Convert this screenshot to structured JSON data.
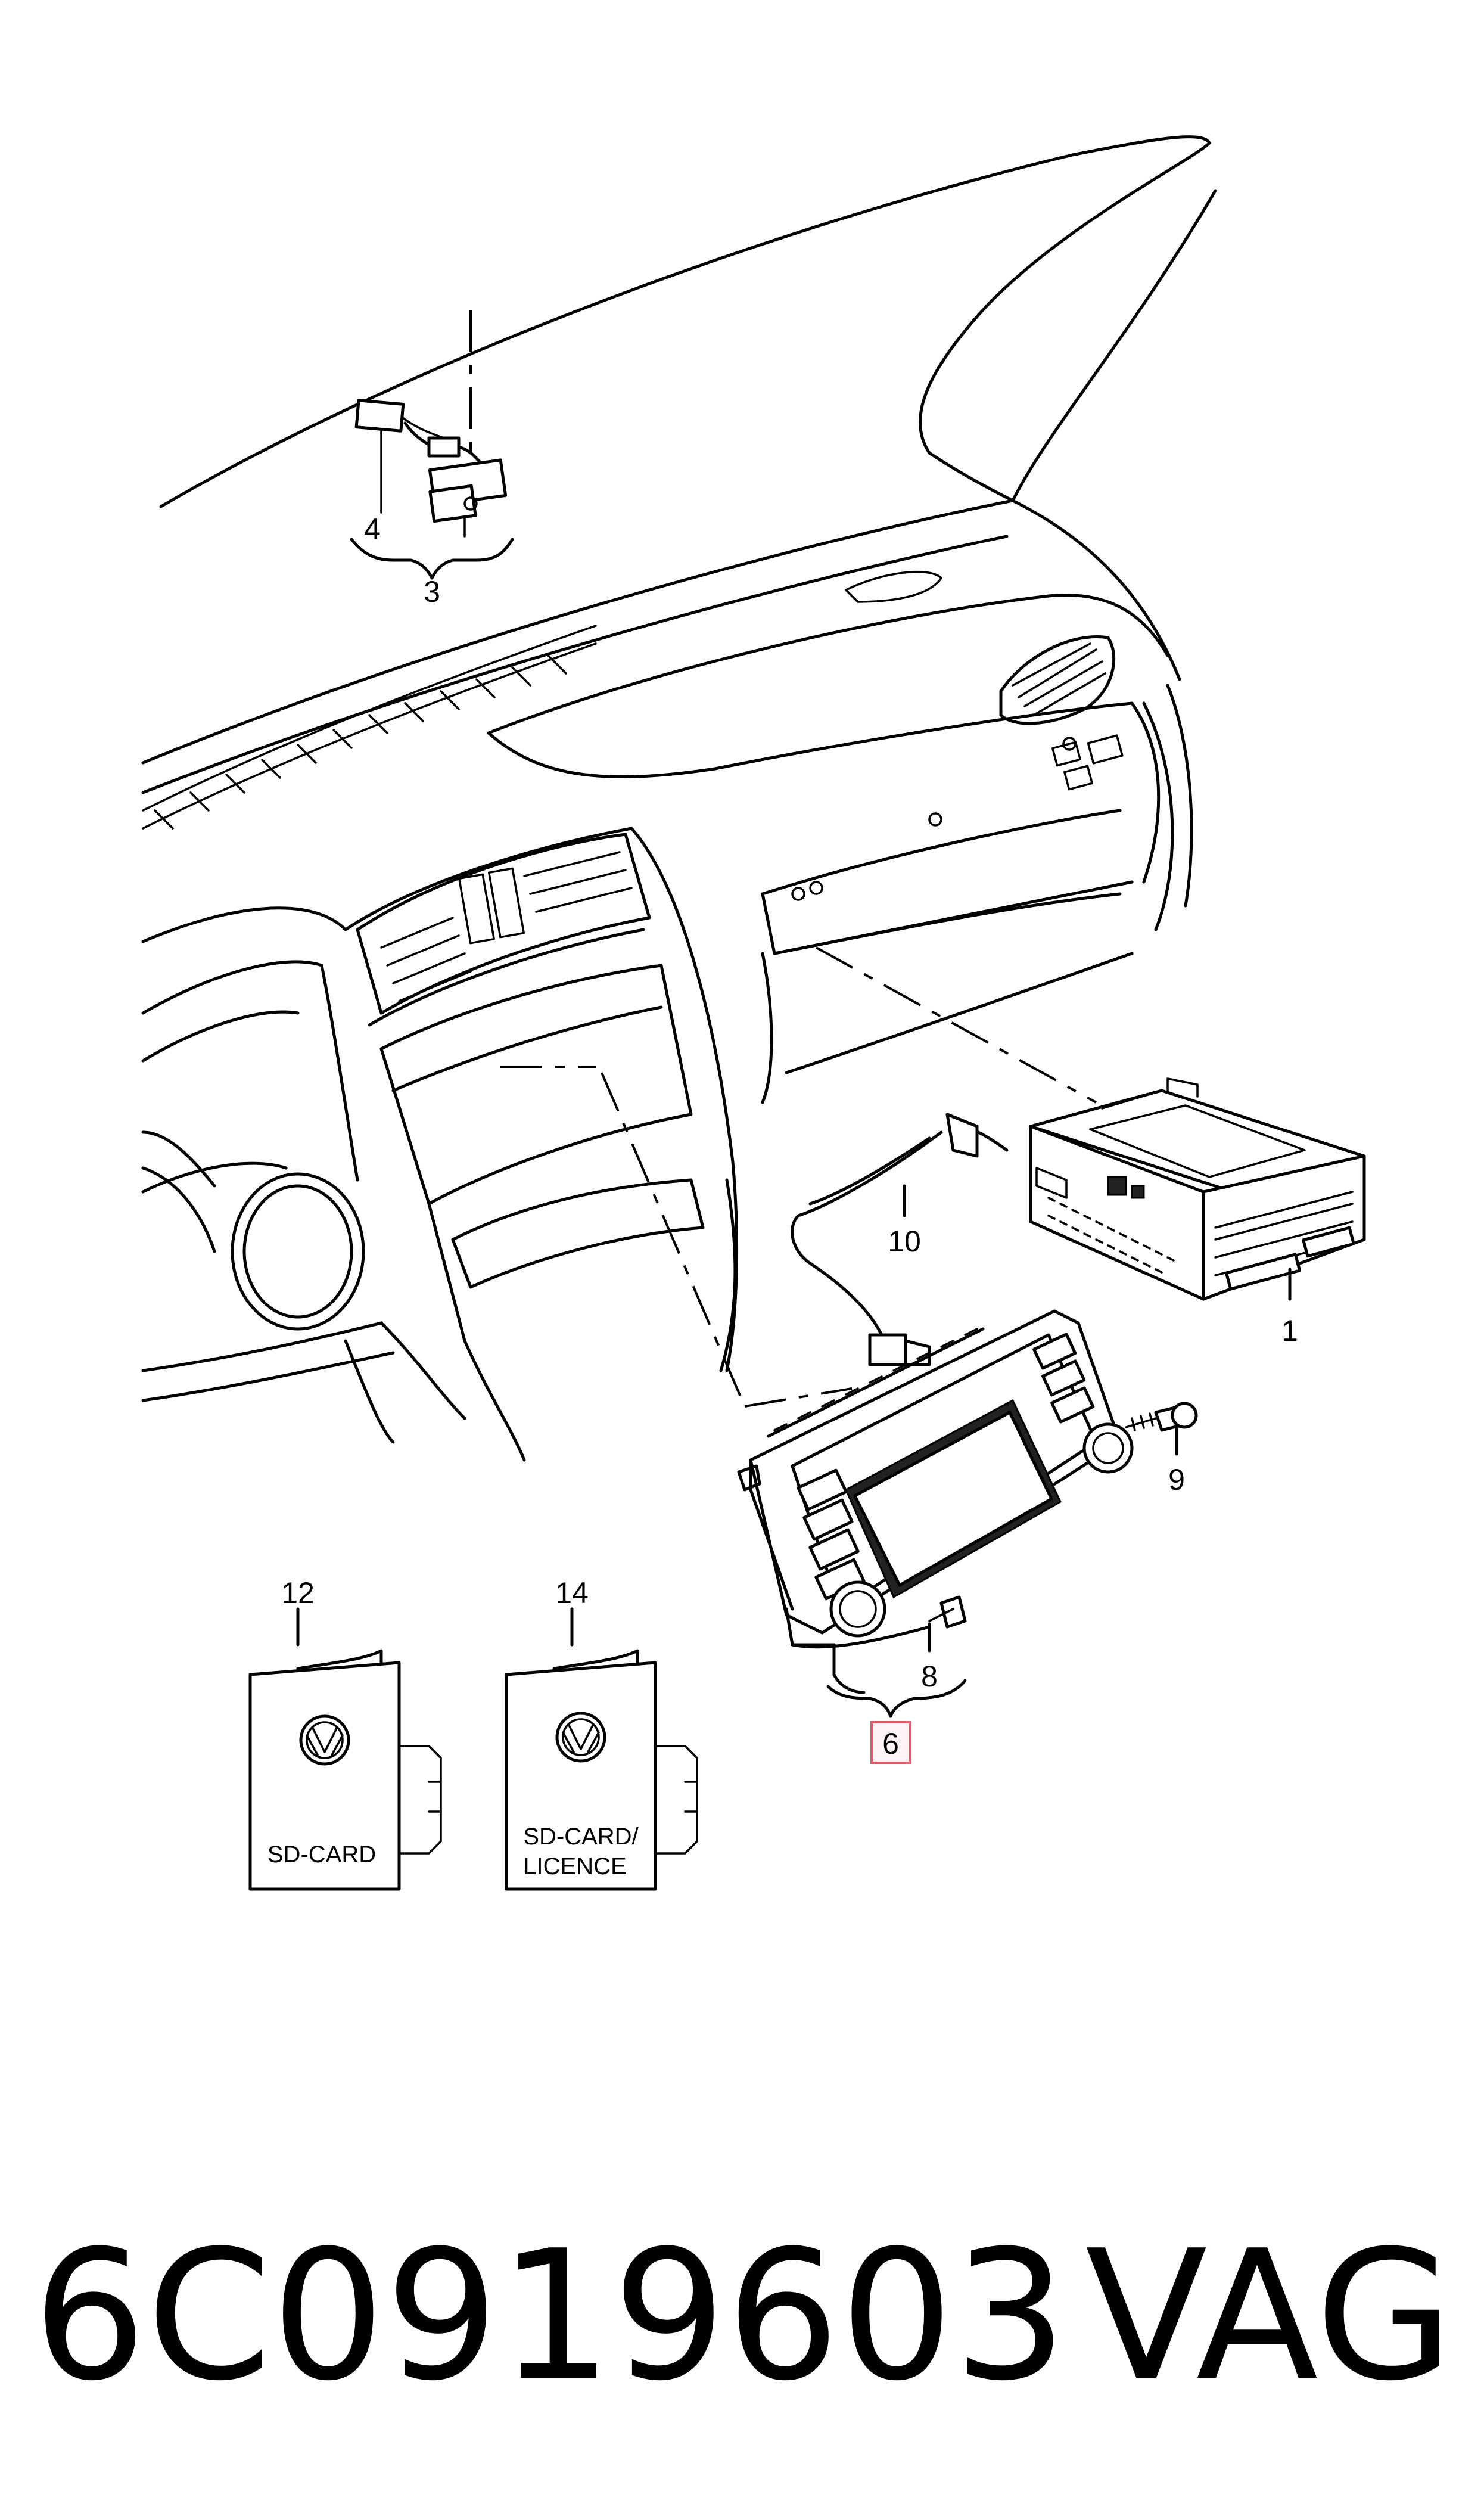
{
  "callouts": {
    "c1": "1",
    "c3": "3",
    "c4": "4",
    "c6": "6",
    "c8": "8",
    "c9": "9",
    "c10": "10",
    "c12": "12",
    "c14": "14"
  },
  "cards": {
    "card12_text": "SD-CARD",
    "card14_line1": "SD-CARD/",
    "card14_line2": "LICENCE"
  },
  "footer": {
    "part_number": "6C0919603",
    "brand": "VAG"
  },
  "colors": {
    "highlight_box": "#e05a6a",
    "ink": "#000000"
  }
}
